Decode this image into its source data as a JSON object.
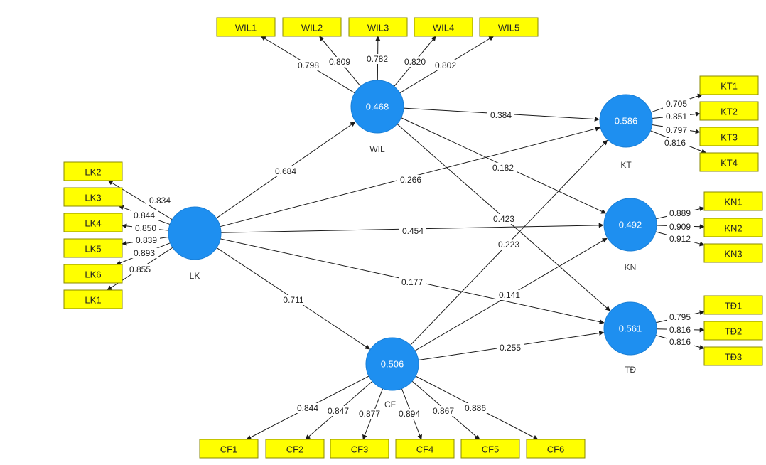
{
  "latent_variables": [
    {
      "id": "LK",
      "name": "LK",
      "value": ""
    },
    {
      "id": "WIL",
      "name": "WIL",
      "value": "0.468"
    },
    {
      "id": "CF",
      "name": "CF",
      "value": "0.506"
    },
    {
      "id": "KT",
      "name": "KT",
      "value": "0.586"
    },
    {
      "id": "KN",
      "name": "KN",
      "value": "0.492"
    },
    {
      "id": "TD",
      "name": "TĐ",
      "value": "0.561"
    }
  ],
  "indicators": [
    {
      "id": "WIL1",
      "label": "WIL1"
    },
    {
      "id": "WIL2",
      "label": "WIL2"
    },
    {
      "id": "WIL3",
      "label": "WIL3"
    },
    {
      "id": "WIL4",
      "label": "WIL4"
    },
    {
      "id": "WIL5",
      "label": "WIL5"
    },
    {
      "id": "LK2",
      "label": "LK2"
    },
    {
      "id": "LK3",
      "label": "LK3"
    },
    {
      "id": "LK4",
      "label": "LK4"
    },
    {
      "id": "LK5",
      "label": "LK5"
    },
    {
      "id": "LK6",
      "label": "LK6"
    },
    {
      "id": "LK1",
      "label": "LK1"
    },
    {
      "id": "KT1",
      "label": "KT1"
    },
    {
      "id": "KT2",
      "label": "KT2"
    },
    {
      "id": "KT3",
      "label": "KT3"
    },
    {
      "id": "KT4",
      "label": "KT4"
    },
    {
      "id": "KN1",
      "label": "KN1"
    },
    {
      "id": "KN2",
      "label": "KN2"
    },
    {
      "id": "KN3",
      "label": "KN3"
    },
    {
      "id": "TD1",
      "label": "TĐ1"
    },
    {
      "id": "TD2",
      "label": "TĐ2"
    },
    {
      "id": "TD3",
      "label": "TĐ3"
    },
    {
      "id": "CF1",
      "label": "CF1"
    },
    {
      "id": "CF2",
      "label": "CF2"
    },
    {
      "id": "CF3",
      "label": "CF3"
    },
    {
      "id": "CF4",
      "label": "CF4"
    },
    {
      "id": "CF5",
      "label": "CF5"
    },
    {
      "id": "CF6",
      "label": "CF6"
    }
  ],
  "paths": [
    {
      "from": "LK",
      "to": "WIL",
      "coef": "0.684"
    },
    {
      "from": "LK",
      "to": "CF",
      "coef": "0.711"
    },
    {
      "from": "LK",
      "to": "KT",
      "coef": "0.266"
    },
    {
      "from": "LK",
      "to": "KN",
      "coef": "0.454"
    },
    {
      "from": "LK",
      "to": "TD",
      "coef": "0.177"
    },
    {
      "from": "WIL",
      "to": "KT",
      "coef": "0.384"
    },
    {
      "from": "WIL",
      "to": "KN",
      "coef": "0.182"
    },
    {
      "from": "WIL",
      "to": "TD",
      "coef": "0.423"
    },
    {
      "from": "CF",
      "to": "KT",
      "coef": "0.223"
    },
    {
      "from": "CF",
      "to": "KN",
      "coef": "0.141"
    },
    {
      "from": "CF",
      "to": "TD",
      "coef": "0.255"
    }
  ],
  "loadings": [
    {
      "lv": "WIL",
      "ind": "WIL1",
      "value": "0.798"
    },
    {
      "lv": "WIL",
      "ind": "WIL2",
      "value": "0.809"
    },
    {
      "lv": "WIL",
      "ind": "WIL3",
      "value": "0.782"
    },
    {
      "lv": "WIL",
      "ind": "WIL4",
      "value": "0.820"
    },
    {
      "lv": "WIL",
      "ind": "WIL5",
      "value": "0.802"
    },
    {
      "lv": "LK",
      "ind": "LK2",
      "value": "0.834"
    },
    {
      "lv": "LK",
      "ind": "LK3",
      "value": "0.844"
    },
    {
      "lv": "LK",
      "ind": "LK4",
      "value": "0.850"
    },
    {
      "lv": "LK",
      "ind": "LK5",
      "value": "0.839"
    },
    {
      "lv": "LK",
      "ind": "LK6",
      "value": "0.893"
    },
    {
      "lv": "LK",
      "ind": "LK1",
      "value": "0.855"
    },
    {
      "lv": "KT",
      "ind": "KT1",
      "value": "0.705"
    },
    {
      "lv": "KT",
      "ind": "KT2",
      "value": "0.851"
    },
    {
      "lv": "KT",
      "ind": "KT3",
      "value": "0.797"
    },
    {
      "lv": "KT",
      "ind": "KT4",
      "value": "0.816"
    },
    {
      "lv": "KN",
      "ind": "KN1",
      "value": "0.889"
    },
    {
      "lv": "KN",
      "ind": "KN2",
      "value": "0.909"
    },
    {
      "lv": "KN",
      "ind": "KN3",
      "value": "0.912"
    },
    {
      "lv": "TD",
      "ind": "TD1",
      "value": "0.795"
    },
    {
      "lv": "TD",
      "ind": "TD2",
      "value": "0.816"
    },
    {
      "lv": "TD",
      "ind": "TD3",
      "value": "0.816"
    },
    {
      "lv": "CF",
      "ind": "CF1",
      "value": "0.844"
    },
    {
      "lv": "CF",
      "ind": "CF2",
      "value": "0.847"
    },
    {
      "lv": "CF",
      "ind": "CF3",
      "value": "0.877"
    },
    {
      "lv": "CF",
      "ind": "CF4",
      "value": "0.894"
    },
    {
      "lv": "CF",
      "ind": "CF5",
      "value": "0.867"
    },
    {
      "lv": "CF",
      "ind": "CF6",
      "value": "0.886"
    }
  ],
  "colors": {
    "latent_fill": "#1e8ff0",
    "indicator_fill": "#ffff00",
    "edge": "#1a1a1a"
  }
}
